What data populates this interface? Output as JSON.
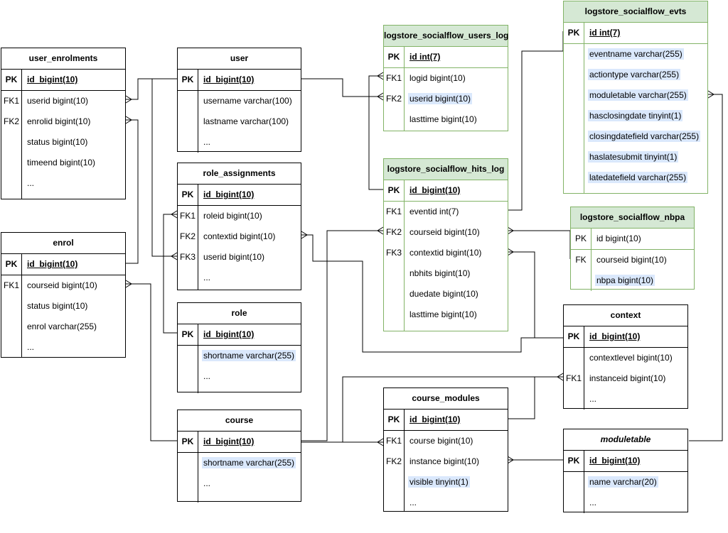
{
  "tables": {
    "user_enrolments": {
      "title": "user_enrolments",
      "pk": {
        "key": "PK",
        "field": "id_bigint(10)"
      },
      "rows": [
        {
          "key": "FK1",
          "field": "userid bigint(10)"
        },
        {
          "key": "FK2",
          "field": "enrolid bigint(10)"
        },
        {
          "key": "",
          "field": "status bigint(10)"
        },
        {
          "key": "",
          "field": "timeend bigint(10)"
        },
        {
          "key": "",
          "field": "..."
        }
      ]
    },
    "enrol": {
      "title": "enrol",
      "pk": {
        "key": "PK",
        "field": "id_bigint(10)"
      },
      "rows": [
        {
          "key": "FK1",
          "field": "courseid bigint(10)"
        },
        {
          "key": "",
          "field": "status bigint(10)"
        },
        {
          "key": "",
          "field": "enrol varchar(255)"
        },
        {
          "key": "",
          "field": "..."
        }
      ]
    },
    "user": {
      "title": "user",
      "pk": {
        "key": "PK",
        "field": "id_bigint(10)"
      },
      "rows": [
        {
          "key": "",
          "field": "username varchar(100)"
        },
        {
          "key": "",
          "field": "lastname  varchar(100)"
        },
        {
          "key": "",
          "field": "..."
        }
      ]
    },
    "role_assignments": {
      "title": "role_assignments",
      "pk": {
        "key": "PK",
        "field": "id_bigint(10)"
      },
      "rows": [
        {
          "key": "FK1",
          "field": "roleid bigint(10)"
        },
        {
          "key": "FK2",
          "field": "contextid bigint(10)"
        },
        {
          "key": "FK3",
          "field": "userid bigint(10)"
        },
        {
          "key": "",
          "field": "..."
        }
      ]
    },
    "role": {
      "title": "role",
      "pk": {
        "key": "PK",
        "field": "id_bigint(10)"
      },
      "rows": [
        {
          "key": "",
          "field": "shortname  varchar(255)"
        },
        {
          "key": "",
          "field": "..."
        }
      ]
    },
    "course": {
      "title": "course",
      "pk": {
        "key": "PK",
        "field": "id_bigint(10)"
      },
      "rows": [
        {
          "key": "",
          "field": "shortname  varchar(255)"
        },
        {
          "key": "",
          "field": "..."
        }
      ]
    },
    "users_log": {
      "title": "logstore_socialflow_users_log",
      "pk": {
        "key": "PK",
        "field": "id int(7)"
      },
      "rows": [
        {
          "key": "FK1",
          "field": "logid bigint(10)"
        },
        {
          "key": "FK2",
          "field": "userid bigint(10)"
        },
        {
          "key": "",
          "field": "lasttime  bigint(10)"
        }
      ]
    },
    "hits_log": {
      "title": "logstore_socialflow_hits_log",
      "pk": {
        "key": "PK",
        "field": "id_bigint(10)"
      },
      "rows": [
        {
          "key": "FK1",
          "field": "eventid  int(7)"
        },
        {
          "key": "FK2",
          "field": "courseid  bigint(10)"
        },
        {
          "key": "FK3",
          "field": "contextid  bigint(10)"
        },
        {
          "key": "",
          "field": "nbhits  bigint(10)"
        },
        {
          "key": "",
          "field": "duedate bigint(10)"
        },
        {
          "key": "",
          "field": "lasttime bigint(10)"
        }
      ]
    },
    "evts": {
      "title": "logstore_socialflow_evts",
      "pk": {
        "key": "PK",
        "field": "id int(7)"
      },
      "rows": [
        {
          "key": "",
          "field": "eventname  varchar(255)"
        },
        {
          "key": "",
          "field": "actiontype  varchar(255)"
        },
        {
          "key": "",
          "field": "moduletable  varchar(255)"
        },
        {
          "key": "",
          "field": "hasclosingdate tinyint(1)"
        },
        {
          "key": "",
          "field": "closingdatefield varchar(255)"
        },
        {
          "key": "",
          "field": "haslatesubmit tinyint(1)"
        },
        {
          "key": "",
          "field": "latedatefield varchar(255)"
        }
      ]
    },
    "nbpa": {
      "title": "logstore_socialflow_nbpa",
      "pk": {
        "key": "PK",
        "field": "id bigint(10)"
      },
      "rows": [
        {
          "key": "FK",
          "field": "courseid  bigint(10)"
        },
        {
          "key": "",
          "field": "nbpa  bigint(10)"
        }
      ]
    },
    "context": {
      "title": "context",
      "pk": {
        "key": "PK",
        "field": "id_bigint(10)"
      },
      "rows": [
        {
          "key": "",
          "field": "contextlevel  bigint(10)"
        },
        {
          "key": "FK1",
          "field": "instanceid  bigint(10)"
        },
        {
          "key": "",
          "field": "..."
        }
      ]
    },
    "course_modules": {
      "title": "course_modules",
      "pk": {
        "key": "PK",
        "field": "id_bigint(10)"
      },
      "rows": [
        {
          "key": "FK1",
          "field": "course  bigint(10)"
        },
        {
          "key": "FK2",
          "field": "instance  bigint(10)"
        },
        {
          "key": "",
          "field": "visible  tinyint(1)"
        },
        {
          "key": "",
          "field": "..."
        }
      ]
    },
    "moduletable": {
      "title": "moduletable",
      "pk": {
        "key": "PK",
        "field": "id_bigint(10)"
      },
      "rows": [
        {
          "key": "",
          "field": "name varchar(20)"
        },
        {
          "key": "",
          "field": "..."
        }
      ]
    }
  },
  "colors": {
    "line": "#000000",
    "log_border": "#82b366",
    "log_header": "#d5e8d4",
    "highlight": "#dae8fc"
  }
}
